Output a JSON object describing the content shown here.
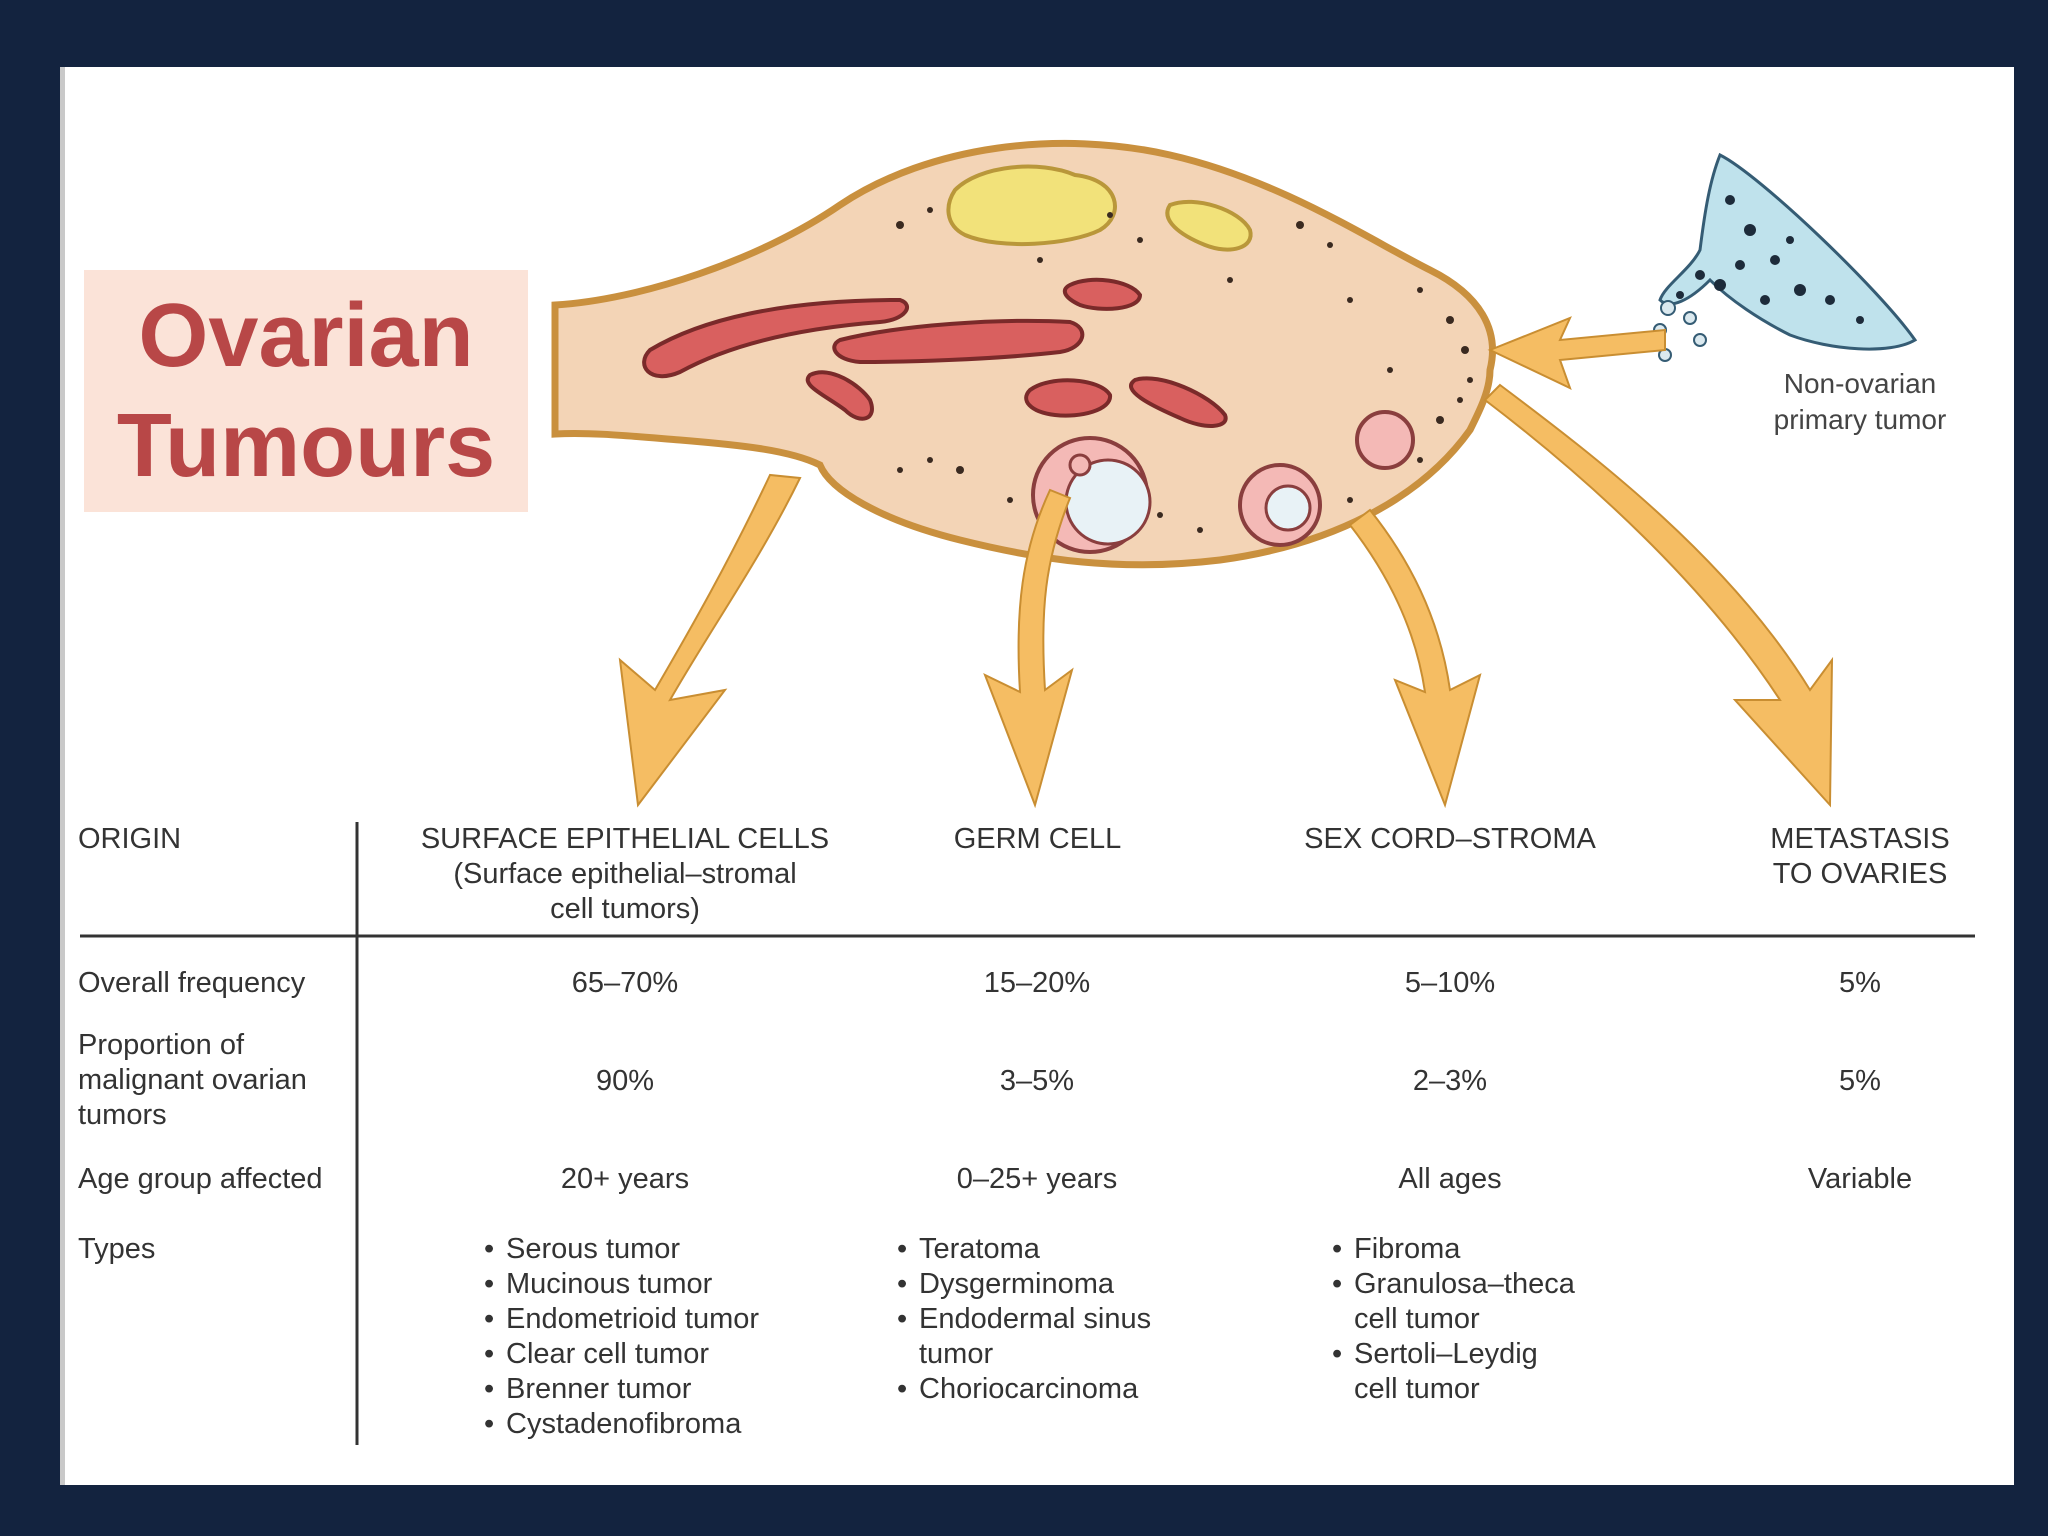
{
  "title": {
    "line1": "Ovarian",
    "line2": "Tumours"
  },
  "note_metastasis_source": {
    "line1": "Non-ovarian",
    "line2": "primary tumor"
  },
  "table": {
    "origin_label": "ORIGIN",
    "columns": [
      {
        "lines": [
          "SURFACE EPITHELIAL CELLS",
          "(Surface epithelial–stromal",
          "cell tumors)"
        ]
      },
      {
        "lines": [
          "GERM CELL"
        ]
      },
      {
        "lines": [
          "SEX CORD–STROMA"
        ]
      },
      {
        "lines": [
          "METASTASIS",
          "TO OVARIES"
        ]
      }
    ],
    "rows": [
      {
        "label_lines": [
          "Overall frequency"
        ],
        "values": [
          "65–70%",
          "15–20%",
          "5–10%",
          "5%"
        ]
      },
      {
        "label_lines": [
          "Proportion of",
          "malignant ovarian",
          "tumors"
        ],
        "values": [
          "90%",
          "3–5%",
          "2–3%",
          "5%"
        ]
      },
      {
        "label_lines": [
          "Age group affected"
        ],
        "values": [
          "20+ years",
          "0–25+ years",
          "All ages",
          "Variable"
        ]
      }
    ],
    "types_label": "Types",
    "types": [
      [
        "Serous tumor",
        "Mucinous tumor",
        "Endometrioid tumor",
        "Clear cell tumor",
        "Brenner tumor",
        "Cystadenofibroma"
      ],
      [
        "Teratoma",
        "Dysgerminoma",
        "Endodermal sinus",
        "tumor",
        "Choriocarcinoma"
      ],
      [
        "Fibroma",
        "Granulosa–theca",
        "cell tumor",
        "Sertoli–Leydig",
        "cell tumor"
      ],
      []
    ]
  },
  "colors": {
    "background": "#13233f",
    "title_text": "#b84747",
    "title_box": "#fbe3d8",
    "ovary_fill": "#f3d4b6",
    "ovary_outline": "#c9903e",
    "arrow": "#f5bd63",
    "vessel": "#d9605f",
    "corpus": "#f2e27a"
  }
}
